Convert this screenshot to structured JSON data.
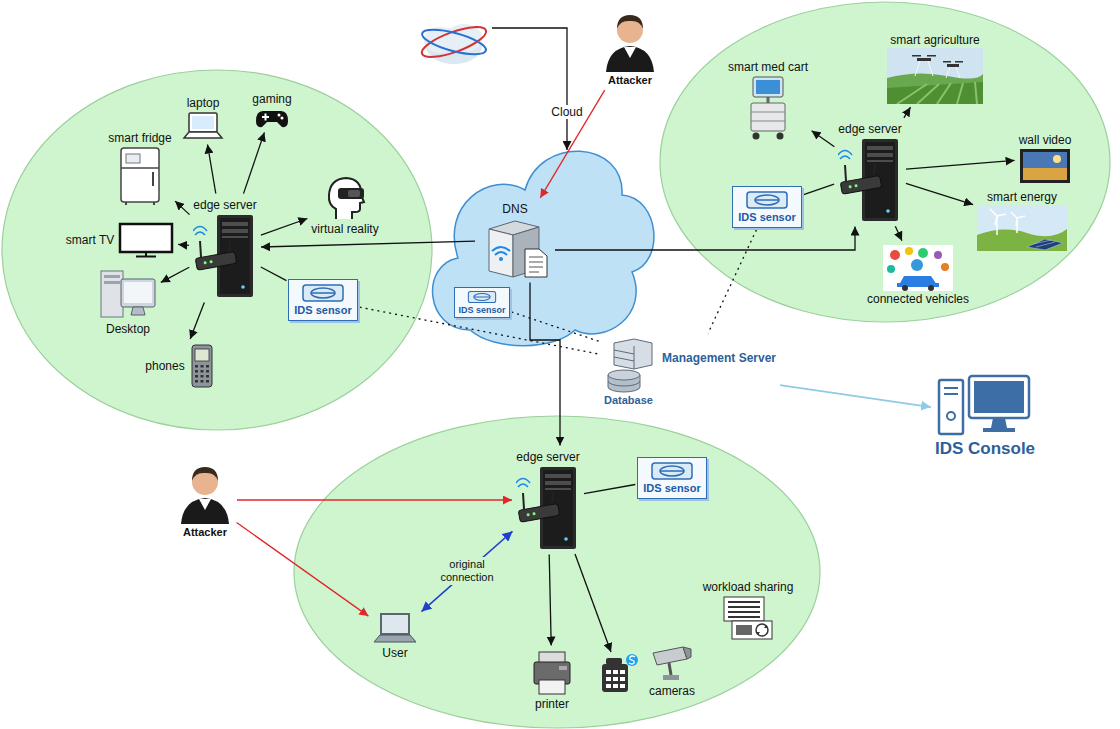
{
  "diagram": {
    "nodes": [
      {
        "text": [
          "Attacker"
        ]
      },
      {
        "text": [
          "DNS"
        ]
      },
      {
        "text": [
          "IDS sensor"
        ]
      },
      {
        "text": [
          "edge server"
        ]
      },
      {
        "text": [
          "smart fridge"
        ]
      },
      {
        "text": [
          "laptop"
        ]
      },
      {
        "text": [
          "gaming"
        ]
      },
      {
        "text": [
          "virtual reality"
        ]
      },
      {
        "text": [
          "smart TV"
        ]
      },
      {
        "text": [
          "Desktop"
        ]
      },
      {
        "text": [
          "phones"
        ]
      },
      {
        "text": [
          "IDS sensor"
        ]
      },
      {
        "text": [
          "smart med cart"
        ]
      },
      {
        "text": [
          "smart agriculture"
        ]
      },
      {
        "text": [
          "edge server"
        ]
      },
      {
        "text": [
          "wall video"
        ]
      },
      {
        "text": [
          "IDS sensor"
        ]
      },
      {
        "text": [
          "smart energy"
        ]
      },
      {
        "text": [
          "connected vehicles"
        ]
      },
      {
        "text": [
          "Management Server",
          "Database"
        ]
      },
      {
        "text": [
          "IDS Console"
        ]
      },
      {
        "text": [
          "Attacker"
        ]
      },
      {
        "text": [
          "edge server"
        ]
      },
      {
        "text": [
          "IDS sensor"
        ]
      },
      {
        "text": [
          "User"
        ]
      },
      {
        "text": [
          "workload sharing"
        ]
      },
      {
        "text": [
          "printer"
        ]
      },
      {
        "text": [
          "cameras"
        ]
      }
    ],
    "edges": [
      {
        "from": 0,
        "to": 1,
        "arrow": "to"
      },
      {
        "from": 1,
        "to": 3,
        "arrow": "to"
      },
      {
        "from": 1,
        "to": 14,
        "arrow": "to"
      },
      {
        "from": 1,
        "to": 22,
        "arrow": "to"
      },
      {
        "from": 3,
        "to": 4,
        "arrow": "to"
      },
      {
        "from": 3,
        "to": 5,
        "arrow": "to"
      },
      {
        "from": 3,
        "to": 6,
        "arrow": "to"
      },
      {
        "from": 3,
        "to": 7,
        "arrow": "to"
      },
      {
        "from": 3,
        "to": 8,
        "arrow": "to"
      },
      {
        "from": 3,
        "to": 9,
        "arrow": "to"
      },
      {
        "from": 3,
        "to": 10,
        "arrow": "to"
      },
      {
        "from": 3,
        "to": 11,
        "arrow": "none"
      },
      {
        "from": 14,
        "to": 12,
        "arrow": "to"
      },
      {
        "from": 14,
        "to": 13,
        "arrow": "to"
      },
      {
        "from": 14,
        "to": 15,
        "arrow": "to"
      },
      {
        "from": 14,
        "to": 17,
        "arrow": "to"
      },
      {
        "from": 14,
        "to": 18,
        "arrow": "to"
      },
      {
        "from": 14,
        "to": 16,
        "arrow": "none"
      },
      {
        "from": 11,
        "to": 19,
        "arrow": "none"
      },
      {
        "from": 2,
        "to": 19,
        "arrow": "none"
      },
      {
        "from": 16,
        "to": 19,
        "arrow": "none"
      },
      {
        "from": 19,
        "to": 20,
        "arrow": "to"
      },
      {
        "from": 21,
        "to": 22,
        "arrow": "to"
      },
      {
        "from": 21,
        "to": 24,
        "arrow": "to"
      },
      {
        "from": 22,
        "to": 24,
        "label": "original connection",
        "arrow": "both"
      },
      {
        "from": 22,
        "to": 26,
        "arrow": "to"
      },
      {
        "from": 22,
        "to": 23,
        "arrow": "none"
      }
    ],
    "labels": [
      "Cloud"
    ]
  }
}
